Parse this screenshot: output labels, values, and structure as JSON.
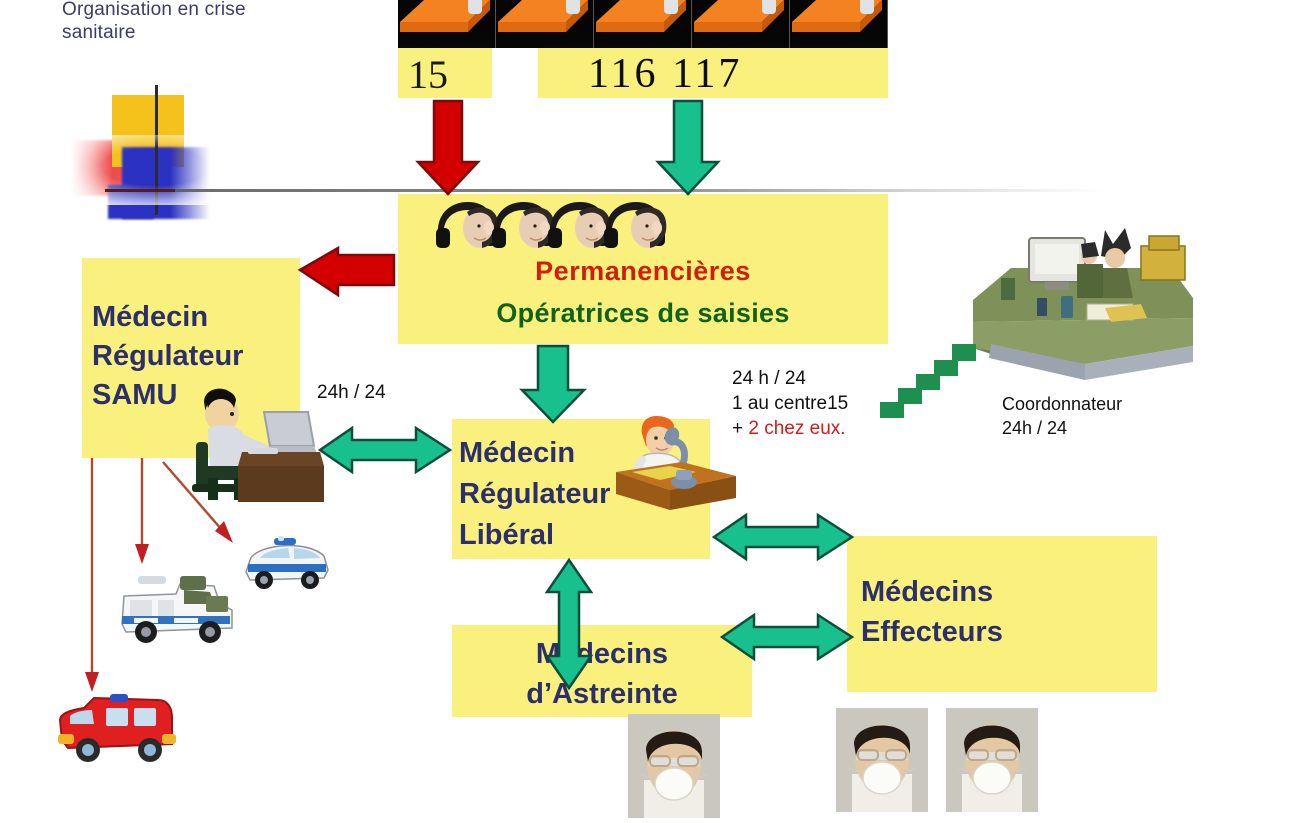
{
  "title": {
    "line1": "Organisation en crise",
    "line2": "sanitaire",
    "full": "Organisation en crise sanitaire"
  },
  "colors": {
    "box_yellow": "#faf07e",
    "navy_text": "#2b2f6b",
    "red_text": "#cf1f08",
    "green_text": "#10621d",
    "red_arrow": "#d40000",
    "teal_arrow": "#17c08c",
    "title_text": "#3b3b6e",
    "thin_red_arrow": "#b5472f"
  },
  "phone_numbers": {
    "emergency": "15",
    "hotline": "116 117"
  },
  "boxes": {
    "operators": {
      "role_red": "Permanencières",
      "role_green": "Opératrices de saisies",
      "headset_icon": "headset-operator-icon",
      "headset_count": 4
    },
    "samu": {
      "label": "Médecin\nRégulateur\nSAMU",
      "line1": "Médecin",
      "line2": "Régulateur",
      "line3": "SAMU"
    },
    "liberal": {
      "line1": "Médecin",
      "line2": "Régulateur",
      "line3": "Libéral"
    },
    "astreinte": {
      "line1": "Médecins",
      "line2": "d’Astreinte"
    },
    "effecteurs": {
      "line1": "Médecins",
      "line2": "Effecteurs"
    }
  },
  "annotations": {
    "samu_hours": "24h / 24",
    "liberal_hours": "24 h / 24",
    "liberal_centre": "1 au centre15",
    "liberal_home_prefix": "+ ",
    "liberal_home": "2 chez eux.",
    "coordinator_label": "Coordonnateur",
    "coordinator_hours": "24h / 24"
  },
  "icons": {
    "telephone": "orange-telephone-icon",
    "telephone_count": 5,
    "coordinator_desk": "coordinator-desk-icon",
    "doctor_desk_samu": "doctor-at-computer-icon",
    "doctor_desk_liberal": "doctor-on-phone-icon",
    "police_car": "police-car-icon",
    "ambulance_van": "ambulance-van-icon",
    "fire_truck": "fire-truck-icon",
    "masked_face": "masked-face-photo",
    "masked_face_count": 3,
    "stair_connector": "green-staircase-connector"
  },
  "arrows": [
    {
      "name": "arrow-15-to-operators",
      "color": "#d40000",
      "direction": "down",
      "style": "block"
    },
    {
      "name": "arrow-116117-to-operators",
      "color": "#17c08c",
      "direction": "down",
      "style": "block"
    },
    {
      "name": "arrow-operators-to-samu",
      "color": "#d40000",
      "direction": "left",
      "style": "block"
    },
    {
      "name": "arrow-operators-to-liberal",
      "color": "#17c08c",
      "direction": "down",
      "style": "block"
    },
    {
      "name": "arrow-samu-liberal",
      "color": "#17c08c",
      "direction": "both-horizontal",
      "style": "block"
    },
    {
      "name": "arrow-liberal-astreinte",
      "color": "#17c08c",
      "direction": "both-vertical",
      "style": "block"
    },
    {
      "name": "arrow-liberal-effecteurs",
      "color": "#17c08c",
      "direction": "both-horizontal",
      "style": "block"
    },
    {
      "name": "arrow-astreinte-effecteurs",
      "color": "#17c08c",
      "direction": "both-horizontal",
      "style": "block"
    },
    {
      "name": "arrow-samu-to-police-car",
      "color": "#b5472f",
      "direction": "diagonal-down-right",
      "style": "thin"
    },
    {
      "name": "arrow-samu-to-van",
      "color": "#b5472f",
      "direction": "down",
      "style": "thin"
    },
    {
      "name": "arrow-samu-to-fire-truck",
      "color": "#b5472f",
      "direction": "down",
      "style": "thin"
    }
  ]
}
